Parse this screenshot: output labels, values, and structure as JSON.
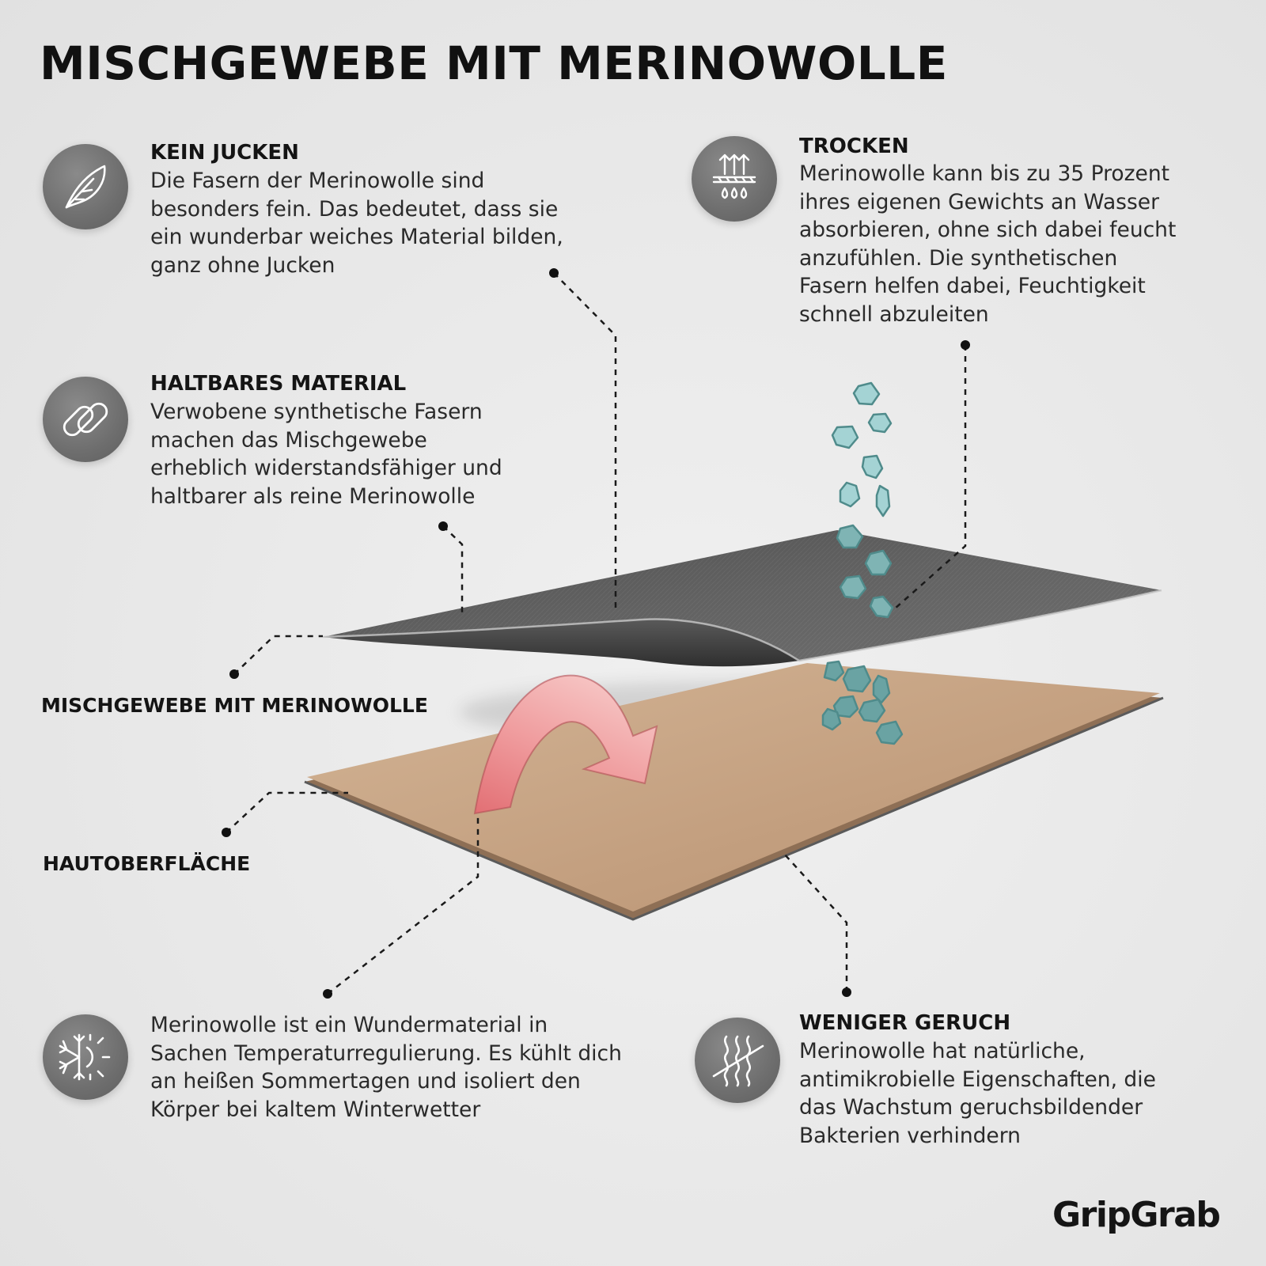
{
  "title": "MISCHGEWEBE MIT MERINOWOLLE",
  "features": {
    "kein_jucken": {
      "heading": "KEIN JUCKEN",
      "lines": [
        "Die Fasern der Merinowolle sind",
        "besonders fein. Das bedeutet, dass sie",
        "ein wunderbar weiches Material bilden,",
        "ganz ohne Jucken"
      ],
      "icon": "feather-icon"
    },
    "trocken": {
      "heading": "TROCKEN",
      "lines": [
        "Merinowolle kann bis zu 35 Prozent",
        "ihres eigenen Gewichts an Wasser",
        "absorbieren, ohne sich dabei feucht",
        "anzufühlen. Die synthetischen",
        "Fasern helfen dabei, Feuchtigkeit",
        "schnell abzuleiten"
      ],
      "icon": "moisture-wicking-icon"
    },
    "haltbar": {
      "heading": "HALTBARES MATERIAL",
      "lines": [
        "Verwobene synthetische Fasern",
        "machen das Mischgewebe",
        "erheblich widerstandsfähiger und",
        "haltbarer als reine Merinowolle"
      ],
      "icon": "chain-link-icon"
    },
    "temperatur": {
      "lines": [
        "Merinowolle ist ein Wundermaterial in",
        "Sachen Temperaturregulierung. Es kühlt dich",
        "an heißen Sommertagen und isoliert den",
        "Körper bei kaltem Winterwetter"
      ],
      "icon": "snowflake-sun-icon"
    },
    "geruch": {
      "heading": "WENIGER GERUCH",
      "lines": [
        "Merinowolle hat natürliche,",
        "antimikrobielle Eigenschaften, die",
        "das Wachstum geruchsbildender",
        "Bakterien verhindern"
      ],
      "icon": "odor-block-icon"
    }
  },
  "labels": {
    "fabric_layer": "MISCHGEWEBE MIT MERINOWOLLE",
    "skin_layer": "HAUTOBERFLÄCHE"
  },
  "brand": "GripGrab",
  "colors": {
    "fabric": "#5c5c5c",
    "skin": "#c9a586",
    "arrow": "#e8898c",
    "droplet": "#8fc4c4",
    "icon_circle": "#777777"
  }
}
